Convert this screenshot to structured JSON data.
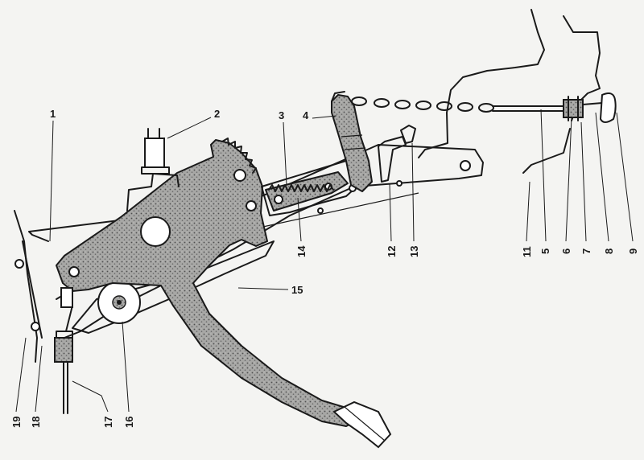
{
  "colors": {
    "background": "#f4f4f2",
    "ink": "#1a1a1a",
    "stipple": "#9a9a9a",
    "paper": "#ffffff"
  },
  "callouts": [
    {
      "id": "1",
      "label": "1"
    },
    {
      "id": "2",
      "label": "2"
    },
    {
      "id": "3",
      "label": "3"
    },
    {
      "id": "4",
      "label": "4"
    },
    {
      "id": "5",
      "label": "5"
    },
    {
      "id": "6",
      "label": "6"
    },
    {
      "id": "7",
      "label": "7"
    },
    {
      "id": "8",
      "label": "8"
    },
    {
      "id": "9",
      "label": "9"
    },
    {
      "id": "11",
      "label": "11"
    },
    {
      "id": "12",
      "label": "12"
    },
    {
      "id": "13",
      "label": "13"
    },
    {
      "id": "14",
      "label": "14"
    },
    {
      "id": "15",
      "label": "15"
    },
    {
      "id": "16",
      "label": "16"
    },
    {
      "id": "17",
      "label": "17"
    },
    {
      "id": "18",
      "label": "18"
    },
    {
      "id": "19",
      "label": "19"
    }
  ]
}
